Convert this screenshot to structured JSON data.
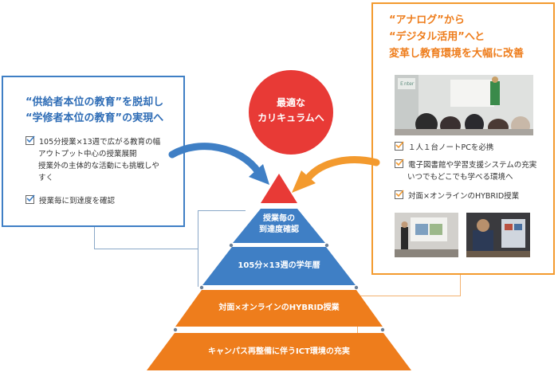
{
  "left_box": {
    "heading_line1": "“供給者本位の教育”を脱却し",
    "heading_line2": "“学修者本位の教育”の実現へ",
    "items": [
      {
        "lines": [
          "105分授業×13週で広がる教育の幅",
          "アウトプット中心の授業展開",
          "授業外の主体的な活動にも挑戦しや",
          "すく"
        ]
      },
      {
        "lines": [
          "授業毎に到達度を確認"
        ]
      }
    ]
  },
  "right_box": {
    "heading_line1": "“アナログ”から",
    "heading_line2": "“デジタル活用”へと",
    "heading_line3": "変革し教育環境を大幅に改善",
    "items": [
      {
        "lines": [
          "１人１台ノートPCを必携"
        ]
      },
      {
        "lines": [
          "電子図書館や学習支援システムの充実",
          "いつでもどこでも学べる環境へ"
        ]
      },
      {
        "lines": [
          "対面×オンラインのHYBRID授業"
        ]
      }
    ]
  },
  "circle_label_line1": "最適な",
  "circle_label_line2": "カリキュラムへ",
  "pyramid": {
    "tier1_line1": "授業毎の",
    "tier1_line2": "到達度確認",
    "tier2": "105分×13週の学年暦",
    "tier3": "対面×オンラインのHYBRID授業",
    "tier4": "キャンパス再整備に伴うICT環境の充実"
  },
  "colors": {
    "blue": "#3f7fc5",
    "orange": "#f39a2e",
    "red": "#e83a36",
    "deep_orange": "#ee7d1c"
  }
}
